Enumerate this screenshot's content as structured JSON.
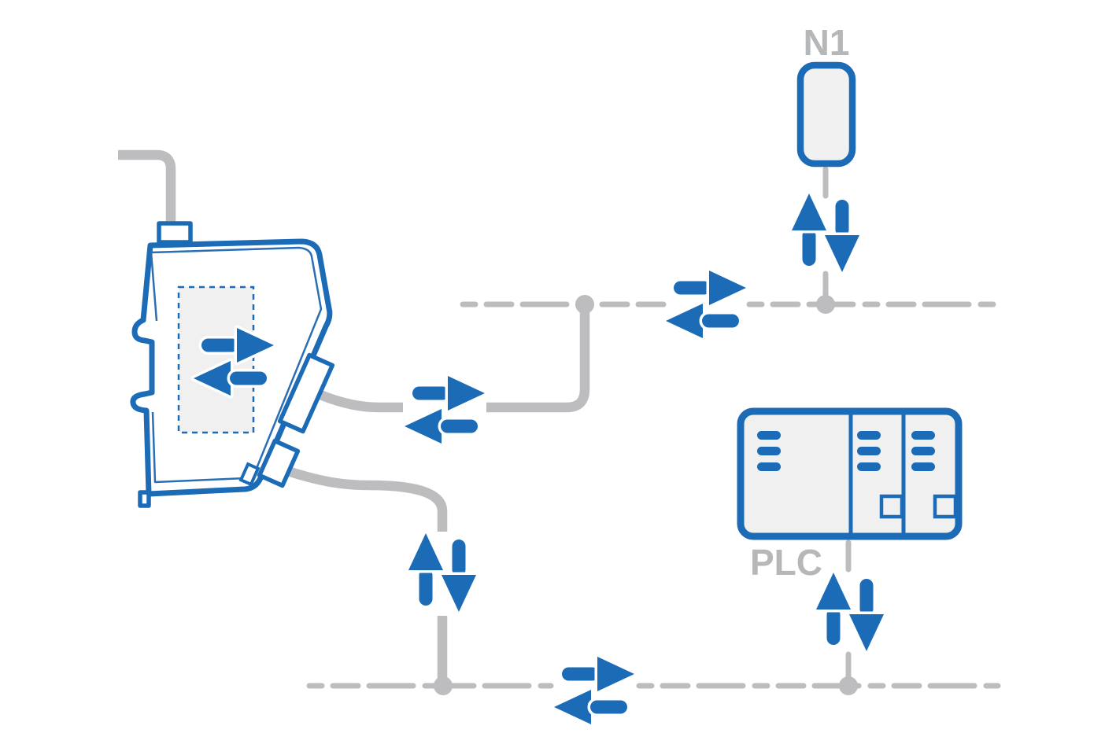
{
  "diagram": {
    "type": "network-topology-illustration",
    "labels": {
      "node1": "N1",
      "plc": "PLC"
    },
    "colors": {
      "accent_blue": "#1c6bb7",
      "line_gray": "#bdbdbf",
      "label_gray": "#b5b7b9",
      "panel_fill": "#f1f1f2"
    },
    "icons": [
      "gateway-device-icon",
      "antenna-cable-icon",
      "node-n1-icon",
      "plc-device-icon",
      "exchange-arrows-internal-icon",
      "exchange-arrows-gateway-link-icon",
      "exchange-arrows-bus-top-icon",
      "exchange-arrows-bus-bottom-icon",
      "updown-arrows-n1-icon",
      "updown-arrows-left-drop-icon",
      "updown-arrows-plc-icon"
    ]
  }
}
